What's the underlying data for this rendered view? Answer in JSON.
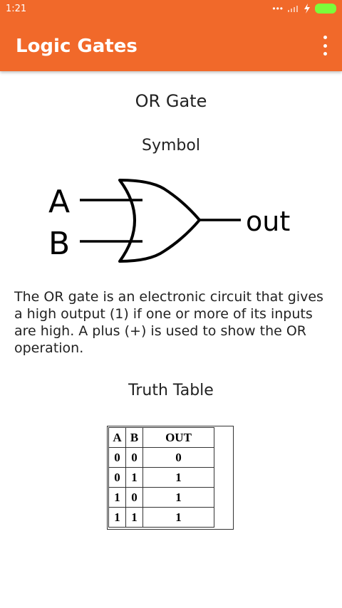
{
  "status_bar": {
    "time": "1:21"
  },
  "app_bar": {
    "title": "Logic Gates",
    "menu_icon": "more-vert-icon"
  },
  "content": {
    "gate_title": "OR Gate",
    "symbol_heading": "Symbol",
    "symbol_labels": {
      "input_a": "A",
      "input_b": "B",
      "output": "out"
    },
    "description": "The OR gate is an electronic circuit that gives a high output (1) if one or more of its inputs are high.  A plus (+) is used to show the OR operation.",
    "truth_table_heading": "Truth Table",
    "truth_table": {
      "headers": [
        "A",
        "B",
        "OUT"
      ],
      "rows": [
        [
          "0",
          "0",
          "0"
        ],
        [
          "0",
          "1",
          "1"
        ],
        [
          "1",
          "0",
          "1"
        ],
        [
          "1",
          "1",
          "1"
        ]
      ]
    }
  },
  "colors": {
    "app_bar": "#F1692A",
    "battery": "#7CFC3A"
  }
}
